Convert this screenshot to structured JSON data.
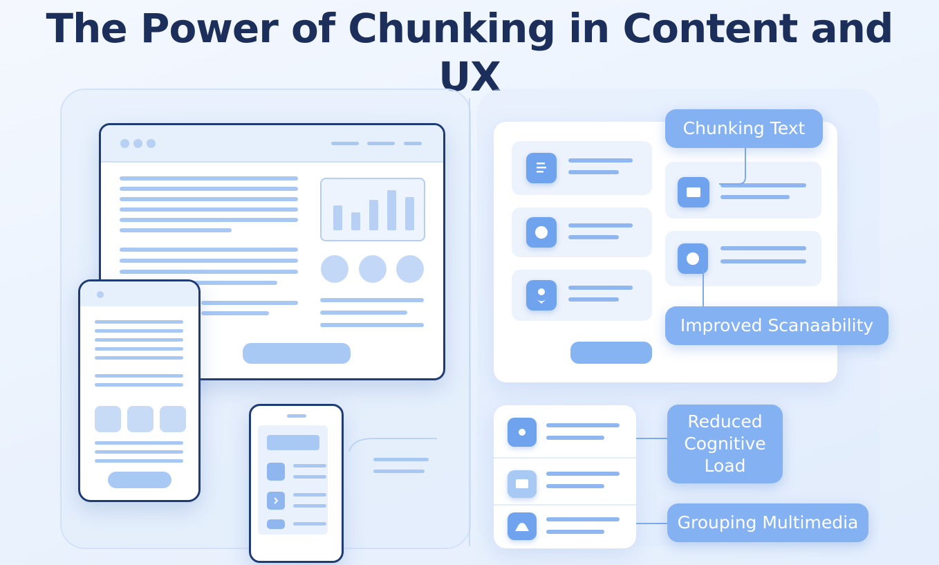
{
  "title": "The Power of Chunking in Content and UX",
  "labels": {
    "chunking_text": "Chunking Text",
    "improved_scanability": "Improved Scanaability",
    "reduced_cognitive_load": "Reduced Cognitive Load",
    "grouping_multimedia": "Grouping Multimedia"
  },
  "icons": {
    "doc": "document-icon",
    "circle": "circle-icon",
    "user": "user-icon",
    "screen": "screen-icon",
    "image": "image-icon"
  },
  "colors": {
    "title": "#1c2f5a",
    "accent": "#84b1f1",
    "icon": "#6fa3ee",
    "device_border": "#1f3b73"
  }
}
